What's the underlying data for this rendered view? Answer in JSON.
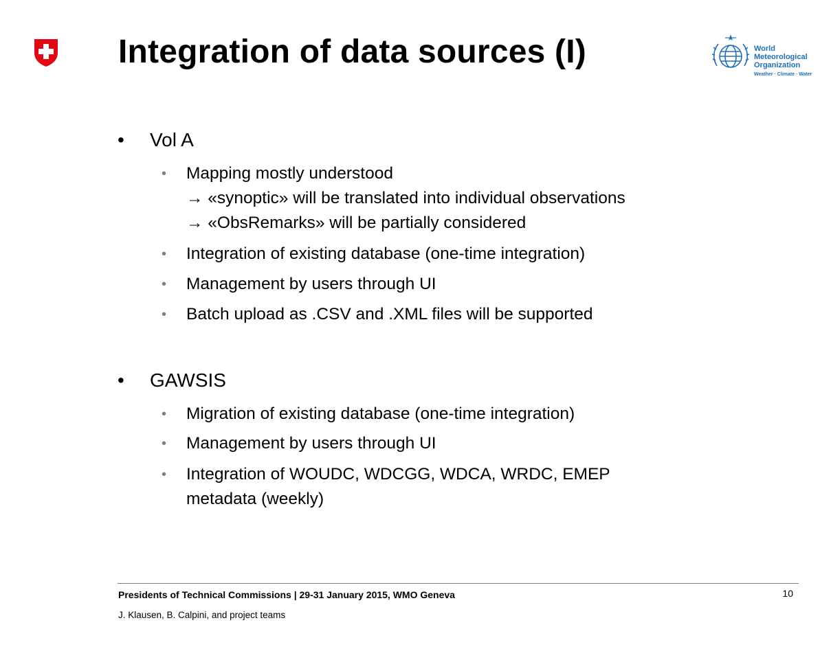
{
  "slide": {
    "title": "Integration of data sources (I)"
  },
  "logos": {
    "left_icon": "swiss-cross-shield-icon",
    "right_icon": "wmo-emblem-icon",
    "wmo_name_lines": [
      "World",
      "Meteorological",
      "Organization"
    ],
    "wmo_tagline": "Weather · Climate · Water",
    "colors": {
      "swiss_red": "#e30613",
      "wmo_blue": "#1f6fb6"
    }
  },
  "sections": [
    {
      "heading": "Vol A",
      "items": [
        {
          "lines": [
            "Mapping mostly understood",
            "→ «synoptic» will be translated into individual observations",
            "→ «ObsRemarks» will be partially considered"
          ]
        },
        {
          "lines": [
            "Integration of existing database (one-time integration)"
          ]
        },
        {
          "lines": [
            "Management by users through UI"
          ]
        },
        {
          "lines": [
            "Batch upload as .CSV and .XML files will be supported"
          ]
        }
      ]
    },
    {
      "heading": "GAWSIS",
      "items": [
        {
          "lines": [
            "Migration of existing database (one-time integration)"
          ]
        },
        {
          "lines": [
            "Management by users through UI"
          ]
        },
        {
          "lines": [
            "Integration of WOUDC, WDCGG, WDCA, WRDC, EMEP",
            "metadata (weekly)"
          ]
        }
      ]
    }
  ],
  "footer": {
    "event": "Presidents of Technical Commissions | 29-31 January 2015, WMO Geneva",
    "authors": "J. Klausen, B. Calpini, and project teams",
    "page_number": "10"
  }
}
